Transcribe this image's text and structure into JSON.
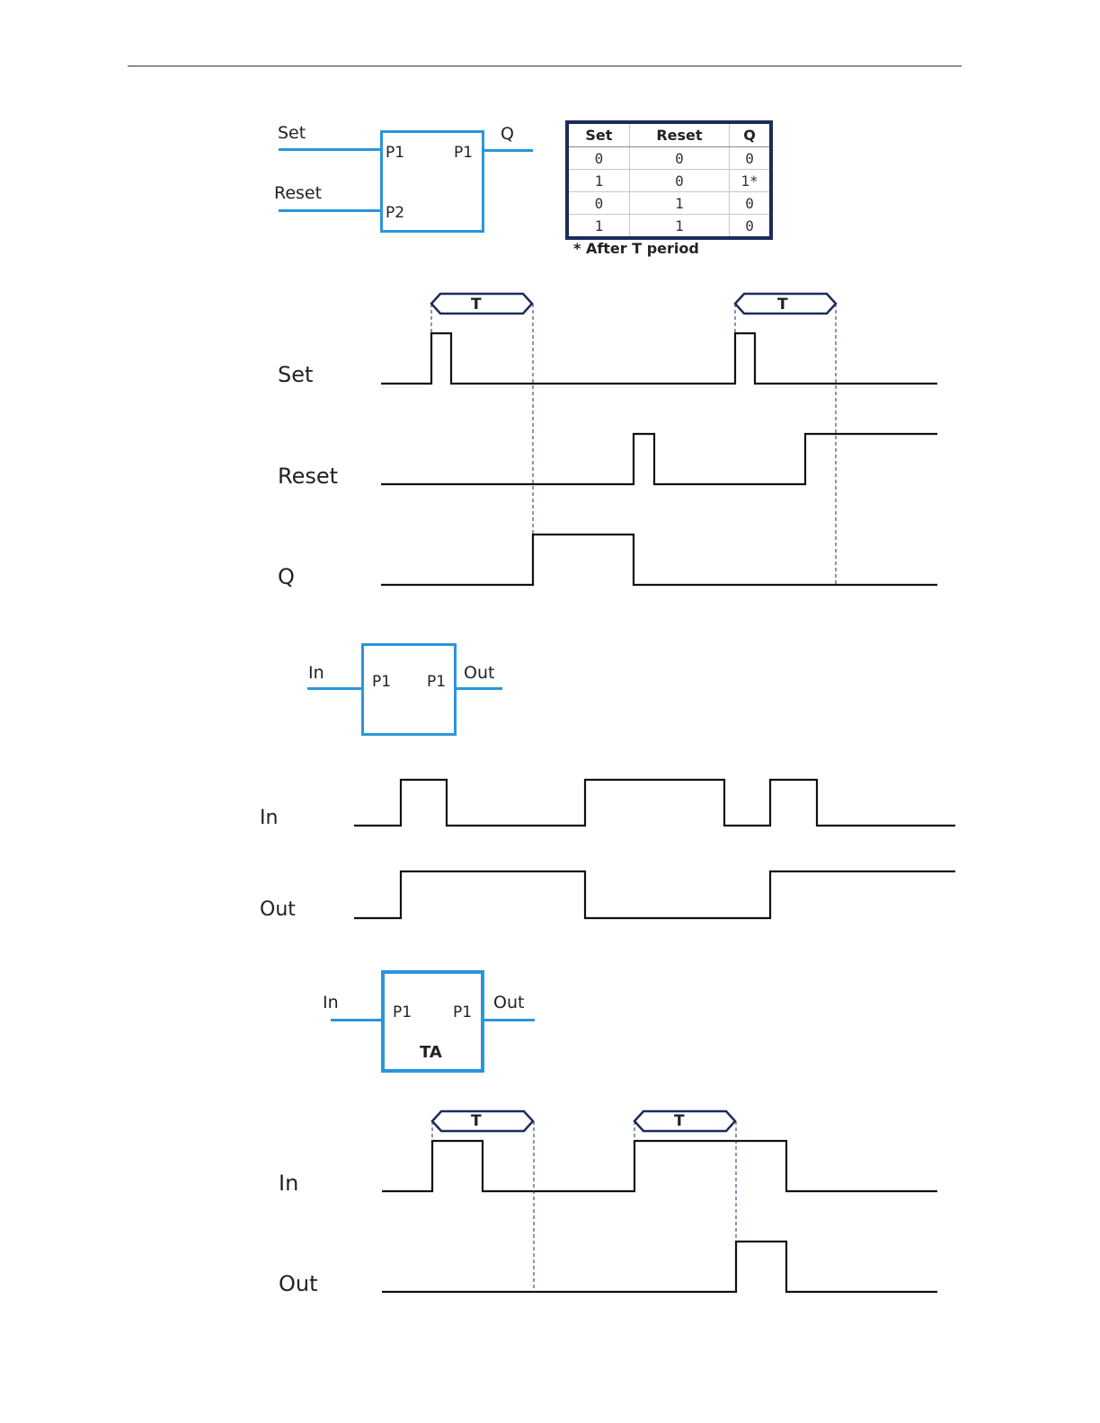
{
  "diagram1": {
    "inputs": [
      "Set",
      "Reset"
    ],
    "output": "Q",
    "pins": {
      "in1": "P1",
      "in2": "P2",
      "out": "P1"
    }
  },
  "truth_table": {
    "headers": [
      "Set",
      "Reset",
      "Q"
    ],
    "rows": [
      [
        "0",
        "0",
        "0"
      ],
      [
        "1",
        "0",
        "1*"
      ],
      [
        "0",
        "1",
        "0"
      ],
      [
        "1",
        "1",
        "0"
      ]
    ],
    "note": "* After T period"
  },
  "timing1": {
    "period_label": "T",
    "signals": [
      {
        "name": "Set",
        "levels": [
          0,
          1,
          0,
          0,
          0,
          1,
          0,
          0
        ]
      },
      {
        "name": "Reset",
        "levels": [
          0,
          0,
          0,
          1,
          0,
          0,
          1,
          1
        ]
      },
      {
        "name": "Q",
        "levels": [
          0,
          0,
          1,
          0,
          0,
          0,
          0,
          0
        ]
      }
    ]
  },
  "diagram2": {
    "input": "In",
    "output": "Out",
    "pins": {
      "in": "P1",
      "out": "P1"
    }
  },
  "timing2": {
    "signals": [
      {
        "name": "In",
        "levels": [
          0,
          1,
          0,
          1,
          0,
          1,
          0
        ]
      },
      {
        "name": "Out",
        "levels": [
          0,
          1,
          0,
          1
        ]
      }
    ]
  },
  "diagram3": {
    "input": "In",
    "output": "Out",
    "pins": {
      "in": "P1",
      "out": "P1"
    },
    "block_label": "TA"
  },
  "timing3": {
    "period_label": "T",
    "signals": [
      {
        "name": "In",
        "levels": [
          0,
          1,
          0,
          1,
          0
        ]
      },
      {
        "name": "Out",
        "levels": [
          0,
          1,
          0
        ]
      }
    ]
  },
  "colors": {
    "block": "#2996dc",
    "table_border": "#1c2b5c",
    "waveform": "#111111",
    "marker_dash": "#1c2b5c"
  }
}
